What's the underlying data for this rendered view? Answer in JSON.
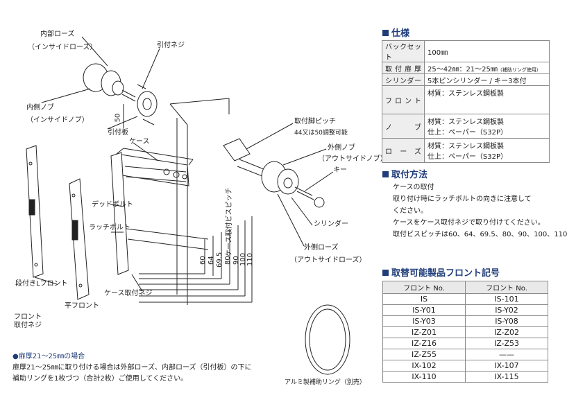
{
  "diagram": {
    "labels": {
      "inner_rose": "内部ローズ",
      "inner_rose_sub": "（インサイドローズ）",
      "mount_screw": "引付ネジ",
      "inner_knob": "内側ノブ",
      "inner_knob_sub": "（インサイドノブ）",
      "dim_50": "50",
      "mount_plate": "引付板",
      "case": "ケース",
      "mount_pitch": "取付脚ピッチ",
      "mount_pitch_note": "44又は50調整可能",
      "outer_knob": "外側ノブ",
      "outer_knob_sub": "（アウトサイドノブ）",
      "key": "キー",
      "deadbolt": "デッドボルト",
      "latchbolt": "ラッチボルト",
      "cylinder": "シリンダー",
      "case_screw_pitch": "ケース取付ビスピッチ",
      "outer_rose": "外側ローズ",
      "outer_rose_sub": "（アウトサイドローズ）",
      "stepped_front": "段付きLフロント",
      "case_screw": "ケース取付ネジ",
      "flat_front": "平フロント",
      "front_screw": "フロント取付ネジ",
      "ring_caption": "アルミ製補助リング（別売）",
      "pitches": [
        "60",
        "64",
        "69.5",
        "80",
        "90",
        "100",
        "110"
      ]
    }
  },
  "spec": {
    "title": "仕様",
    "rows": [
      {
        "key": "バックセット",
        "value": "100㎜"
      },
      {
        "key": "取付扉厚",
        "value": "25～42㎜：21～25㎜",
        "small": "（補助リング使用）"
      },
      {
        "key": "シリンダー",
        "value": "5本ピンシリンダー / キー3本付"
      },
      {
        "key": "フロント",
        "value": "材質：ステンレス鋼板製"
      },
      {
        "key": "ノブ",
        "value": "材質：ステンレス鋼板製",
        "value2": "仕上：ペーパー（S32P）"
      },
      {
        "key": "ローズ",
        "value": "材質：ステンレス鋼板製",
        "value2": "仕上：ペーパー（S32P）"
      }
    ]
  },
  "method": {
    "title": "取付方法",
    "lines": [
      "ケースの取付",
      "取り付け時にラッチボルトの向きに注意して",
      "ください。",
      "ケースをケース取付ネジで取り付けてください。",
      "取付ビスピッチは60、64、69.5、80、90、100、110"
    ]
  },
  "front_codes": {
    "title": "取替可能製品フロント記号",
    "headers": [
      "フロント No.",
      "フロント No."
    ],
    "rows": [
      [
        "IS",
        "IS-101"
      ],
      [
        "IS-Y01",
        "IS-Y02"
      ],
      [
        "IS-Y03",
        "IS-Y08"
      ],
      [
        "IZ-Z01",
        "IZ-Z02"
      ],
      [
        "IZ-Z16",
        "IZ-Z53"
      ],
      [
        "IZ-Z55",
        "——"
      ],
      [
        "IX-102",
        "IX-107"
      ],
      [
        "IX-110",
        "IX-115"
      ]
    ]
  },
  "note": {
    "title": "●扉厚21～25㎜の場合",
    "lines": [
      "扉厚21～25㎜に取り付ける場合は外部ローズ、内部ローズ（引付板）の下に",
      "補助リングを1枚づつ（合計2枚）ご使用してください。"
    ]
  },
  "colors": {
    "accent": "#1f3d7a",
    "line": "#222222"
  }
}
